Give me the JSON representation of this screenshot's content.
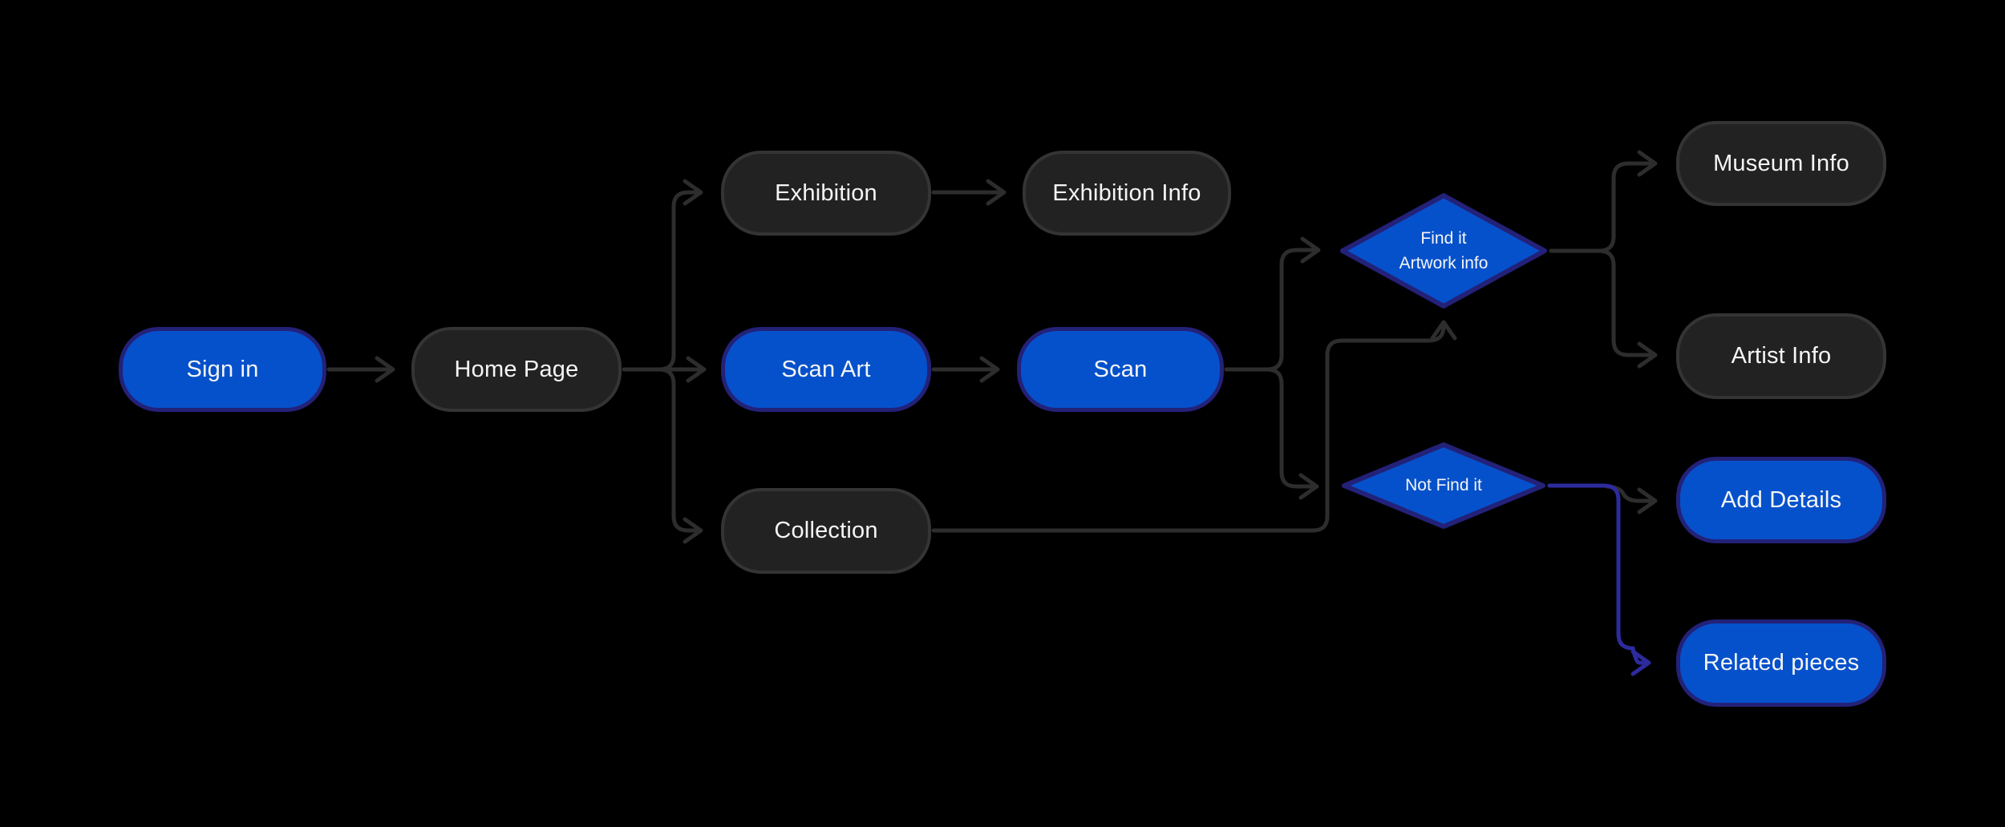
{
  "diagram": {
    "colors": {
      "background": "#000000",
      "node_fill_blue": "#0551cb",
      "node_border_blue": "#232178",
      "node_fill_dark": "#222222",
      "node_border_dark": "#343434",
      "connector_gray": "#2d2d2d",
      "connector_blue": "#2c2b9e",
      "text_color": "#f5f5f5"
    },
    "nodes": {
      "sign_in": {
        "label": "Sign in",
        "shape": "rounded",
        "variant": "blue"
      },
      "home_page": {
        "label": "Home Page",
        "shape": "rounded",
        "variant": "dark"
      },
      "exhibition": {
        "label": "Exhibition",
        "shape": "rounded",
        "variant": "dark"
      },
      "exhibition_info": {
        "label": "Exhibition Info",
        "shape": "rounded",
        "variant": "dark"
      },
      "scan_art": {
        "label": "Scan Art",
        "shape": "rounded",
        "variant": "blue"
      },
      "scan": {
        "label": "Scan",
        "shape": "rounded",
        "variant": "blue"
      },
      "collection": {
        "label": "Collection",
        "shape": "rounded",
        "variant": "dark"
      },
      "find_it": {
        "label": "Find it",
        "sublabel": "Artwork info",
        "shape": "diamond",
        "variant": "blue"
      },
      "not_find_it": {
        "label": "Not Find it",
        "shape": "diamond",
        "variant": "blue"
      },
      "museum_info": {
        "label": "Museum Info",
        "shape": "rounded",
        "variant": "dark"
      },
      "artist_info": {
        "label": "Artist Info",
        "shape": "rounded",
        "variant": "dark"
      },
      "add_details": {
        "label": "Add Details",
        "shape": "rounded",
        "variant": "blue"
      },
      "related_pieces": {
        "label": "Related pieces",
        "shape": "rounded",
        "variant": "blue"
      }
    },
    "edges": [
      {
        "from": "sign_in",
        "to": "home_page",
        "style": "gray"
      },
      {
        "from": "home_page",
        "to": "exhibition",
        "style": "gray"
      },
      {
        "from": "home_page",
        "to": "scan_art",
        "style": "gray"
      },
      {
        "from": "home_page",
        "to": "collection",
        "style": "gray"
      },
      {
        "from": "exhibition",
        "to": "exhibition_info",
        "style": "gray"
      },
      {
        "from": "scan_art",
        "to": "scan",
        "style": "gray"
      },
      {
        "from": "scan",
        "to": "find_it",
        "style": "gray"
      },
      {
        "from": "scan",
        "to": "not_find_it",
        "style": "gray"
      },
      {
        "from": "collection",
        "to": "find_it",
        "style": "gray"
      },
      {
        "from": "find_it",
        "to": "museum_info",
        "style": "gray"
      },
      {
        "from": "find_it",
        "to": "artist_info",
        "style": "gray"
      },
      {
        "from": "not_find_it",
        "to": "add_details",
        "style": "gray"
      },
      {
        "from": "not_find_it",
        "to": "related_pieces",
        "style": "blue"
      }
    ]
  }
}
